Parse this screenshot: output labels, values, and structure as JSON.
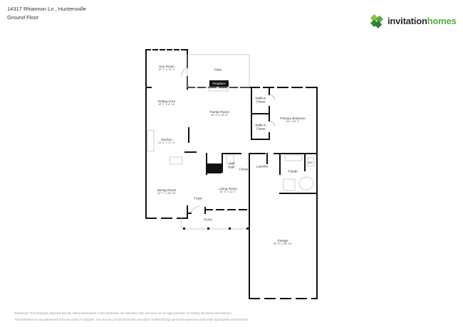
{
  "header": {
    "address": "14317 Rhiannon Ln , Huntersville",
    "floor": "Ground Floor"
  },
  "brand": {
    "name_part1": "invitation",
    "name_part2": "homes",
    "logo_icon": "green-diamond-logo-icon",
    "colors": {
      "dark": "#2b2b2b",
      "green": "#58a942",
      "green_dark": "#3a8a36",
      "green_light": "#8cc63f"
    }
  },
  "floorplan": {
    "rooms": [
      {
        "name": "Sun Room",
        "dims": "12' 7\" x 11' 1\""
      },
      {
        "name": "Patio",
        "dims": ""
      },
      {
        "name": "Fireplace",
        "dims": ""
      },
      {
        "name": "Eating Area",
        "dims": "12' 7\" x 8' 10\""
      },
      {
        "name": "Family Room",
        "dims": "19' 9\" x 16' 5\""
      },
      {
        "name": "Walk-in Closet",
        "dims": ""
      },
      {
        "name": "Walk-in Closet",
        "dims": ""
      },
      {
        "name": "Primary Bedroom",
        "dims": "16' x 20' 4\""
      },
      {
        "name": "Kitchen",
        "dims": "17' 1\" x 17' 2\""
      },
      {
        "name": "Half Bath",
        "dims": ""
      },
      {
        "name": "Closet",
        "dims": ""
      },
      {
        "name": "Laundry",
        "dims": ""
      },
      {
        "name": "P.Bath",
        "dims": ""
      },
      {
        "name": "WIC",
        "dims": ""
      },
      {
        "name": "Dining Room",
        "dims": "12' 7\" x 15' 10\""
      },
      {
        "name": "Living Room",
        "dims": "13' 3\" x 11' 1\""
      },
      {
        "name": "Foyer",
        "dims": ""
      },
      {
        "name": "Porch",
        "dims": ""
      },
      {
        "name": "Garage",
        "dims": "20' 5\" x 36' 10\""
      }
    ]
  },
  "disclaimer": {
    "line1": "Disclaimer: The floorplans depicted and the stated dimensions in this illustration are indicative only and serve as an approximation of existing structures and features.",
    "line2": "This illustration is not guaranteed to be accurate or complete. The accuracy of all information should be verified through personal inspection and/or with appropriate professionals."
  }
}
